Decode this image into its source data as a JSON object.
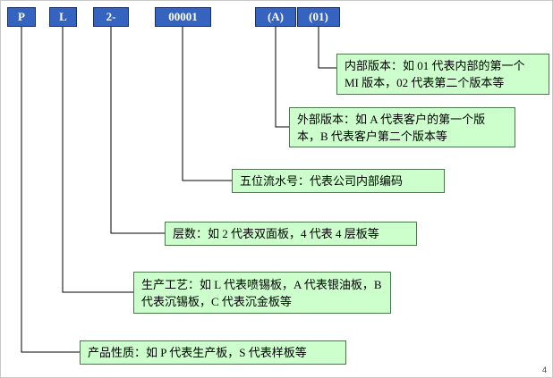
{
  "diagram": {
    "code_segments": [
      {
        "label": "P"
      },
      {
        "label": "L"
      },
      {
        "label": "2-"
      },
      {
        "label": "00001"
      },
      {
        "label": "(A)"
      },
      {
        "label": "(01)"
      }
    ],
    "annotations": [
      {
        "id": "internal-version",
        "text": "内部版本：如 01 代表内部的第一个 MI 版本，02 代表第二个版本等"
      },
      {
        "id": "external-version",
        "text": "外部版本：如 A 代表客户的第一个版本，B 代表客户第二个版本等"
      },
      {
        "id": "serial-number",
        "text": "五位流水号：代表公司内部编码"
      },
      {
        "id": "layer-count",
        "text": "层数：如 2 代表双面板，4 代表 4 层板等"
      },
      {
        "id": "process",
        "text": "生产工艺：如 L 代表喷锡板，A 代表银油板，B 代表沉锡板，C 代表沉金板等"
      },
      {
        "id": "product-type",
        "text": "产品性质：如 P 代表生产板，S 代表样板等"
      }
    ],
    "footnote": "4",
    "colors": {
      "code_box_fill": "#3563C0",
      "code_box_text": "#FFFFFF",
      "annotation_fill": "#CCFFCC",
      "annotation_border": "#4A7A4A",
      "connector": "#000000"
    }
  }
}
